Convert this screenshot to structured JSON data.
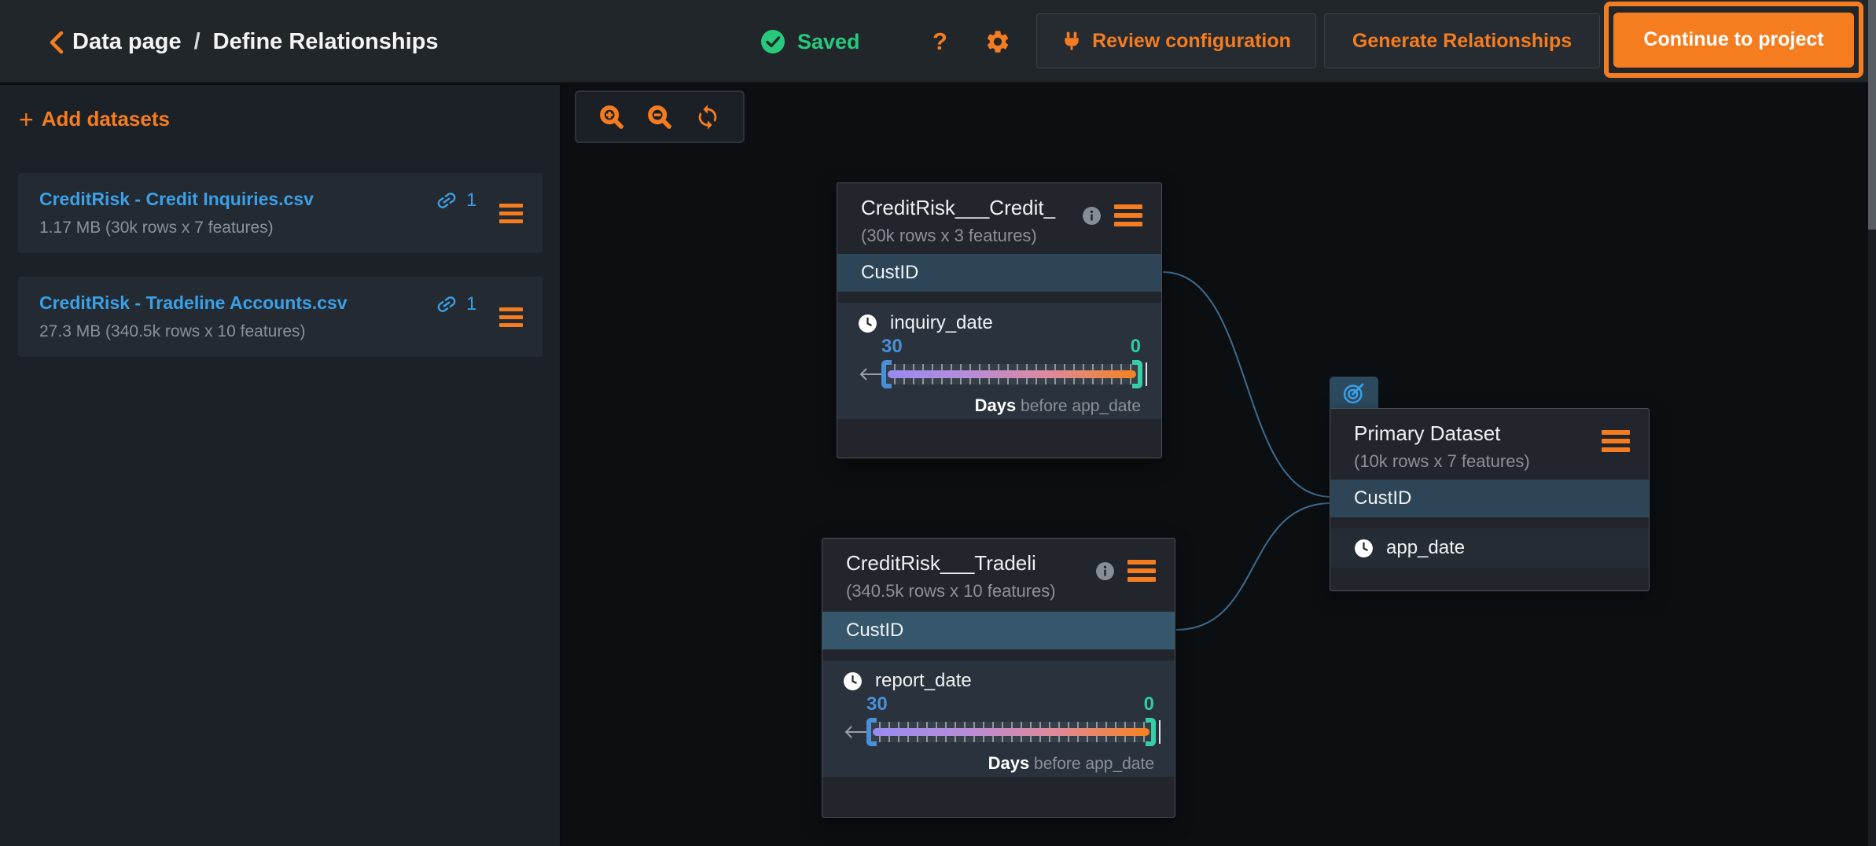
{
  "header": {
    "breadcrumb": {
      "section": "Data page",
      "separator": "/",
      "page": "Define Relationships"
    },
    "status": {
      "label": "Saved"
    },
    "help_label": "?",
    "actions": {
      "review": "Review configuration",
      "generate": "Generate Relationships",
      "continue": "Continue to project"
    }
  },
  "sidebar": {
    "add_plus": "+",
    "add_label": "Add datasets",
    "datasets": [
      {
        "name": "CreditRisk - Credit Inquiries.csv",
        "meta": "1.17 MB (30k rows x 7 features)",
        "link_count": "1"
      },
      {
        "name": "CreditRisk - Tradeline Accounts.csv",
        "meta": "27.3 MB (340.5k rows x 10 features)",
        "link_count": "1"
      }
    ]
  },
  "canvas": {
    "toolbar_icons": [
      "zoom-in",
      "zoom-out",
      "refresh"
    ],
    "nodes": [
      {
        "title": "CreditRisk___Credit_",
        "meta": "(30k rows x 3 features)",
        "join_key": "CustID",
        "date_feature": "inquiry_date",
        "slider": {
          "start": "30",
          "end": "0",
          "unit": "Days",
          "unit_suffix": "before app_date"
        }
      },
      {
        "title": "CreditRisk___Tradeli",
        "meta": "(340.5k rows x 10 features)",
        "join_key": "CustID",
        "date_feature": "report_date",
        "slider": {
          "start": "30",
          "end": "0",
          "unit": "Days",
          "unit_suffix": "before app_date"
        }
      },
      {
        "title": "Primary Dataset",
        "meta": "(10k rows x 7 features)",
        "join_key": "CustID",
        "date_feature": "app_date"
      }
    ]
  },
  "colors": {
    "accent_orange": "#f57c1f",
    "saved_green": "#27c97c",
    "link_blue": "#3aa0e8",
    "slider_start_blue": "#4a90d9",
    "slider_end_teal": "#35cfa8",
    "key_row_slate": "#2d4556",
    "edge_line": "#3e6b8d"
  }
}
